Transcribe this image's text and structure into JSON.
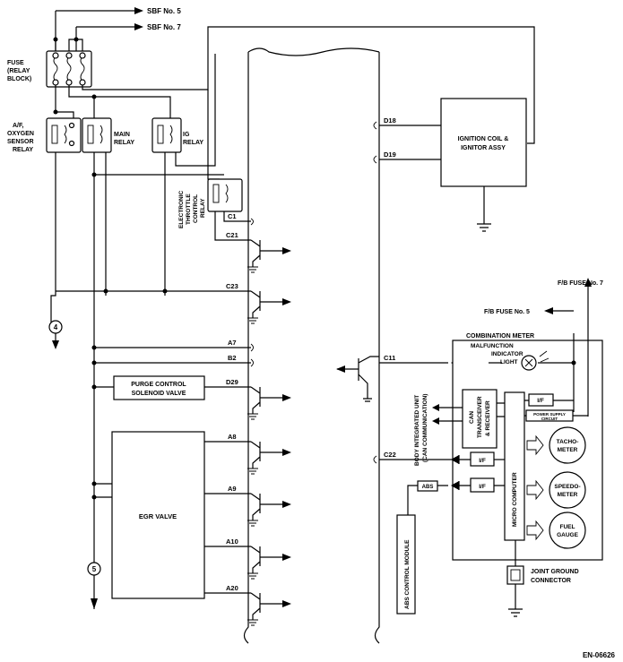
{
  "top": {
    "sbf5": "SBF No. 5",
    "sbf7": "SBF No. 7"
  },
  "fuse": {
    "line1": "FUSE",
    "line2": "(RELAY",
    "line3": "BLOCK)"
  },
  "relays": {
    "oxy": [
      "A/F,",
      "OXYGEN",
      "SENSOR",
      "RELAY"
    ],
    "main": [
      "MAIN",
      "RELAY"
    ],
    "ig": [
      "IG",
      "RELAY"
    ],
    "etc": [
      "ELECTRONIC",
      "THROTTLE",
      "CONTROL",
      "RELAY"
    ]
  },
  "ecm": {
    "body_label": ""
  },
  "pins": {
    "D18": "D18",
    "D19": "D19",
    "C1": "C1",
    "C21": "C21",
    "C23": "C23",
    "A7": "A7",
    "B2": "B2",
    "D29": "D29",
    "A8": "A8",
    "A9": "A9",
    "A10": "A10",
    "A20": "A20",
    "C11": "C11",
    "C22": "C22"
  },
  "components": {
    "ignition": [
      "IGNITION COIL &",
      "IGNITOR ASSY"
    ],
    "purge": [
      "PURGE CONTROL",
      "SOLENOID VALVE"
    ],
    "egr": "EGR VALVE",
    "abs_module": "ABS CONTROL MODULE",
    "abs_tag": "ABS",
    "biu": [
      "BODY INTEGRATED UNIT",
      "(CAN COMMUNICATION)"
    ],
    "can": [
      "CAN",
      "TRANSCEIVER",
      "& RECEIVER"
    ]
  },
  "connectors": {
    "c4": "4",
    "c5": "5"
  },
  "meter": {
    "title": "COMBINATION METER",
    "mil": [
      "MALFUNCTION",
      "INDICATOR",
      "LIGHT"
    ],
    "micro": "MICRO COMPUTER",
    "if": "I/F",
    "psu": [
      "POWER SUPPLY",
      "CIRCUIT"
    ],
    "tacho": [
      "TACHO-",
      "METER"
    ],
    "speedo": [
      "SPEEDO-",
      "METER"
    ],
    "fuel": [
      "FUEL",
      "GAUGE"
    ]
  },
  "fb": {
    "fuse7": "F/B FUSE No. 7",
    "fuse5": "F/B FUSE No. 5"
  },
  "ground": [
    "JOINT GROUND",
    "CONNECTOR"
  ],
  "footer": {
    "code": "EN-06626"
  }
}
